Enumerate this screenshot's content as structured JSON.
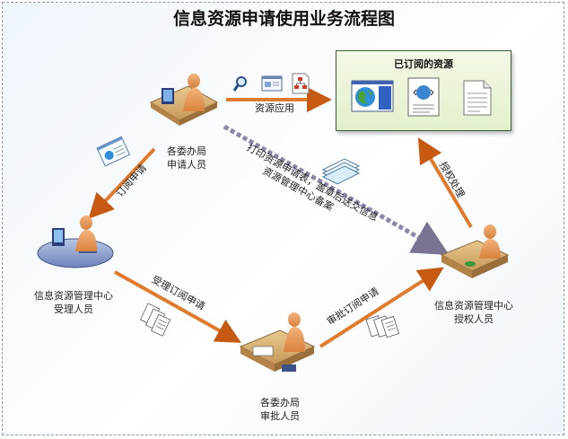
{
  "title": "信息资源申请使用业务流程图",
  "subscribed_box": {
    "title": "已订阅的资源"
  },
  "actors": {
    "applicant": {
      "line1": "各委办局",
      "line2": "申请人员"
    },
    "acceptor": {
      "line1": "信息资源管理中心",
      "line2": "受理人员"
    },
    "approver": {
      "line1": "各委办局",
      "line2": "审批人员"
    },
    "authorizer": {
      "line1": "信息资源管理中心",
      "line2": "授权人员"
    }
  },
  "flows": {
    "resource_apply": "资源应用",
    "subscribe_apply": "订阅申请",
    "accept_subscribe": "受理订阅申请",
    "approve_subscribe": "审批订阅申请",
    "authorize": "授权处理",
    "print_line1": "打印资源申请表，盖章后送交信息",
    "print_line2": "资源管理中心备案"
  },
  "colors": {
    "arrow": "#e07a2c",
    "dashed_arrow": "#8e86a8",
    "box_border": "#3b5f35"
  },
  "icons": [
    "search-icon",
    "window-icon",
    "org-chart-icon",
    "globe-window-icon",
    "web-page-icon",
    "document-icon",
    "stack-of-papers-icon"
  ]
}
